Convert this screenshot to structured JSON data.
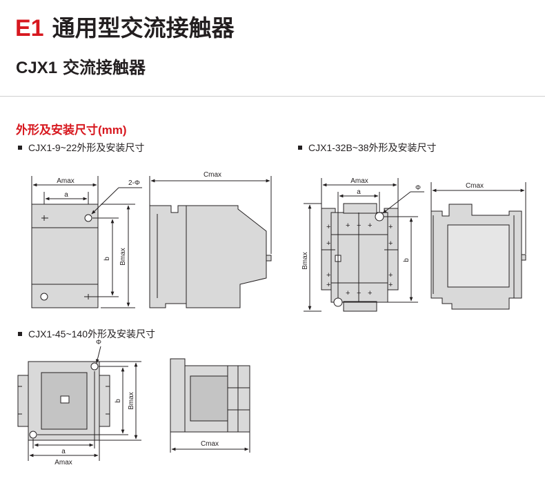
{
  "header": {
    "code": "E1",
    "name": "通用型交流接触器"
  },
  "subheader": {
    "model": "CJX1",
    "name": "交流接触器"
  },
  "section": {
    "title": "外形及安装尺寸(mm)"
  },
  "figures": [
    {
      "caption": "CJX1-9~22外形及安装尺寸",
      "labels": {
        "amax": "Amax",
        "a": "a",
        "hole": "2-Φ",
        "b": "b",
        "bmax": "Bmax",
        "cmax": "Cmax"
      }
    },
    {
      "caption": "CJX1-32B~38外形及安装尺寸",
      "labels": {
        "amax": "Amax",
        "a": "a",
        "hole": "Φ",
        "b": "b",
        "bmax": "Bmax",
        "cmax": "Cmax"
      }
    },
    {
      "caption": "CJX1-45~140外形及安装尺寸",
      "labels": {
        "amax": "Amax",
        "a": "a",
        "hole": "Φ",
        "b": "b",
        "bmax": "Bmax",
        "cmax": "Cmax"
      }
    }
  ],
  "colors": {
    "accent": "#d7181f",
    "body_fill": "#d9d9d9",
    "body_dark": "#c4c4c4",
    "line": "#231f20"
  }
}
